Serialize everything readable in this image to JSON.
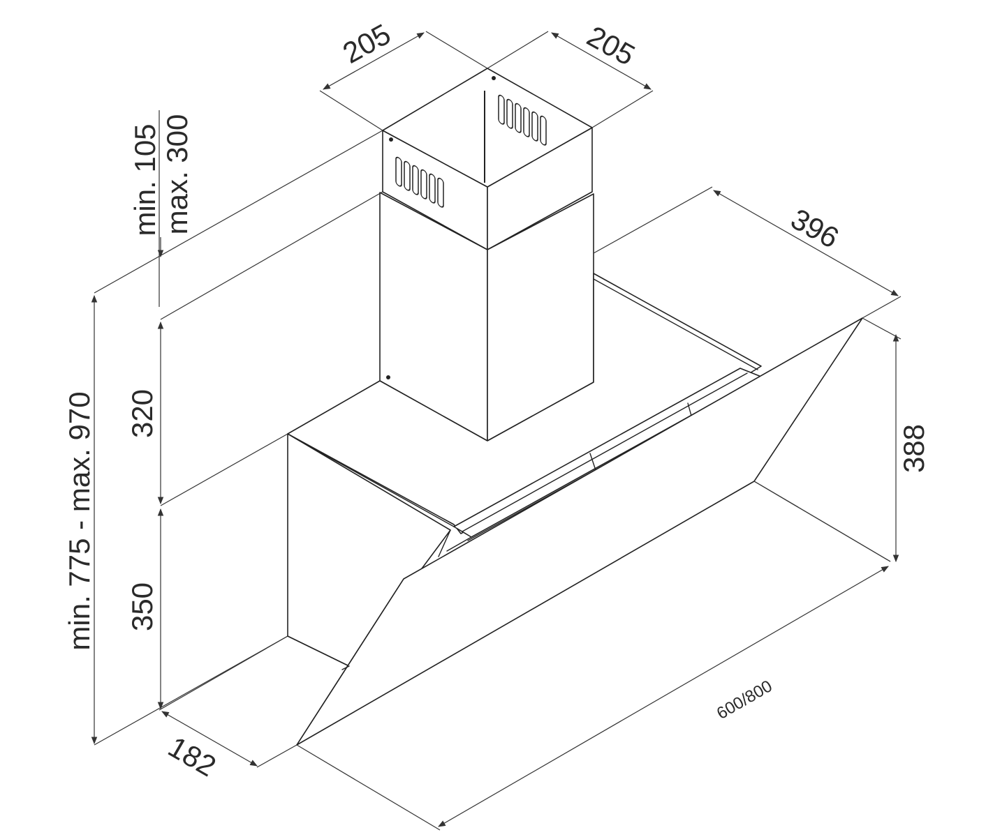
{
  "dimensions": {
    "chimney_width_left": "205",
    "chimney_width_right": "205",
    "chimney_adjust_min": "min. 105",
    "chimney_adjust_max": "max. 300",
    "hood_depth_top": "396",
    "upper_height": "320",
    "total_height": "min. 775 - max. 970",
    "lower_height": "350",
    "side_height": "388",
    "base_depth": "182",
    "hood_width": "600/800"
  },
  "colors": {
    "line": "#222222",
    "text": "#2a2a2a",
    "background": "#ffffff"
  }
}
